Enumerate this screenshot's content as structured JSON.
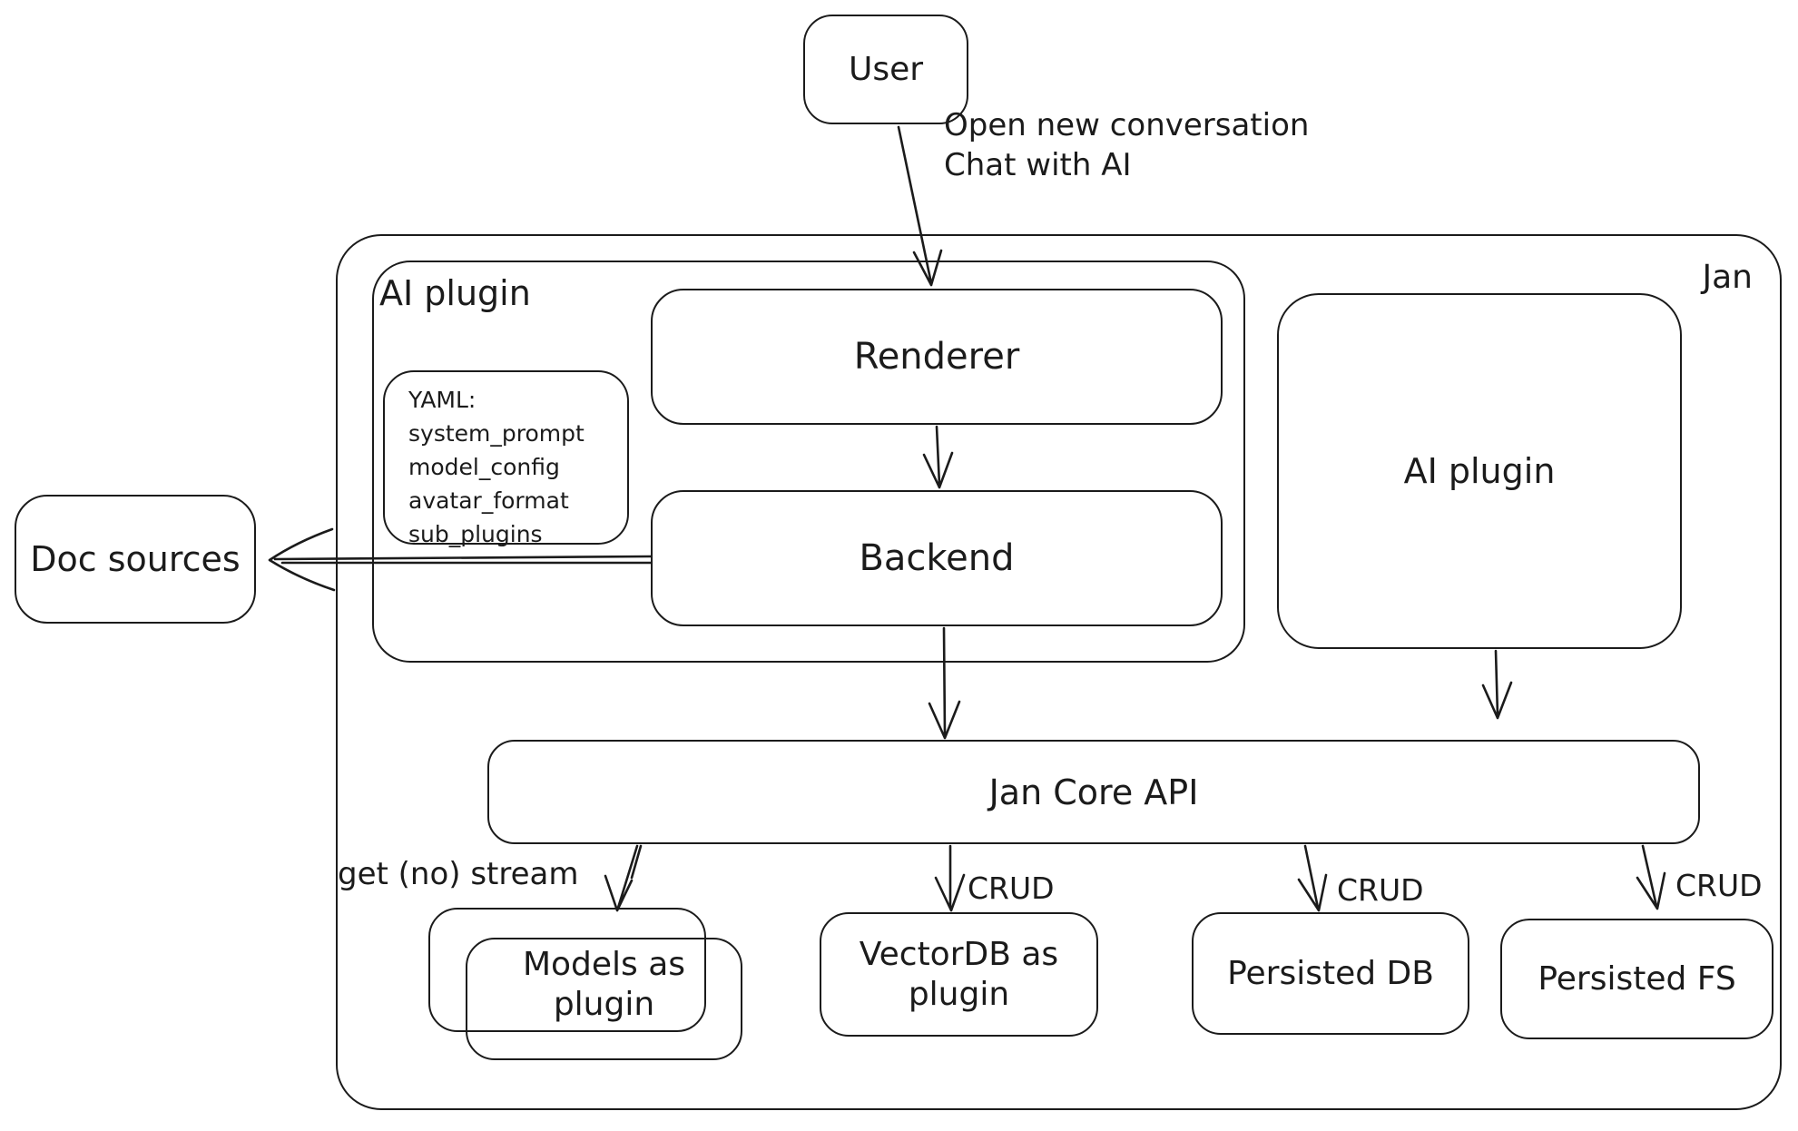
{
  "canvas": {
    "background": "#ffffff",
    "stroke": "#1b1b1b"
  },
  "nodes": {
    "user": {
      "label": "User"
    },
    "jan_container": {
      "label": "Jan"
    },
    "ai_plugin_left_container": {
      "label": "AI plugin"
    },
    "yaml_note": {
      "lines": [
        "YAML:",
        "system_prompt",
        "model_config",
        "avatar_format",
        "sub_plugins"
      ]
    },
    "renderer": {
      "label": "Renderer"
    },
    "backend": {
      "label": "Backend"
    },
    "ai_plugin_right": {
      "label": "AI plugin"
    },
    "jan_core_api": {
      "label": "Jan Core API"
    },
    "doc_sources": {
      "label": "Doc sources"
    },
    "models_as_plugin": {
      "lines": [
        "Models as",
        "plugin"
      ]
    },
    "vectordb_as_plugin": {
      "lines": [
        "VectorDB as",
        "plugin"
      ]
    },
    "persisted_db": {
      "label": "Persisted DB"
    },
    "persisted_fs": {
      "label": "Persisted FS"
    }
  },
  "edges": {
    "user_to_renderer": {
      "lines": [
        "Open new conversation",
        "Chat with AI"
      ]
    },
    "api_to_models": {
      "label": "get (no) stream"
    },
    "api_to_vectordb": {
      "label": "CRUD"
    },
    "api_to_persisted_db": {
      "label": "CRUD"
    },
    "api_to_persisted_fs": {
      "label": "CRUD"
    }
  }
}
